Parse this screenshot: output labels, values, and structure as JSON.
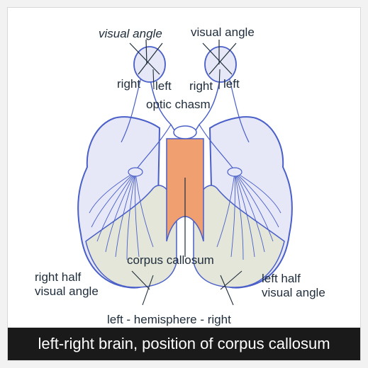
{
  "caption": "left-right brain, position of corpus callosum",
  "labels": {
    "visual_angle_left": "visual angle",
    "visual_angle_right": "visual angle",
    "eye_left_right": "right",
    "eye_left_left": "left",
    "eye_right_right": "right",
    "eye_right_left": "left",
    "optic_chasm": "optic chasm",
    "corpus_callosum": "corpus callosum",
    "right_half_line1": "right half",
    "right_half_line2": "visual angle",
    "left_half_line1": "left half",
    "left_half_line2": "visual angle",
    "hemisphere": "left - hemisphere - right"
  },
  "colors": {
    "brain_fill": "#e6e8f7",
    "brain_outline": "#4a5fc8",
    "corpus_callosum_fill": "#f0a070",
    "lower_region_fill": "#e3e6d9"
  }
}
